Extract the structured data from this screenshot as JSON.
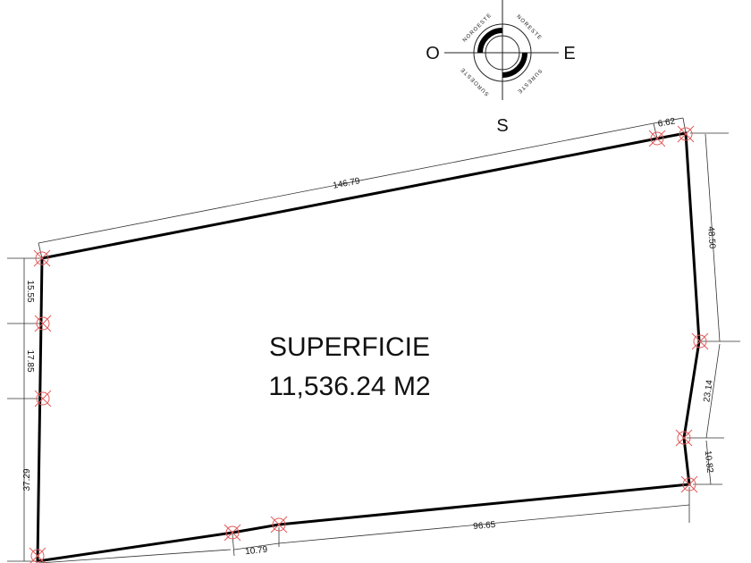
{
  "compass": {
    "west": "O",
    "east": "E",
    "south": "S",
    "quadrants": {
      "northwest": "NOROESTE",
      "northeast": "NORESTE",
      "southeast": "SURESTE",
      "southwest": "SUROESTE"
    }
  },
  "area": {
    "label": "SUPERFICIE",
    "value": "11,536.24 M2"
  },
  "dimensions": {
    "top_long": "146.79",
    "top_short": "6.62",
    "right_upper": "48.50",
    "right_middle": "23.14",
    "right_lower": "10.82",
    "bottom_long": "96.65",
    "bottom_short": "10.79",
    "left_upper": "15.55",
    "left_middle": "17.85",
    "left_lower": "37.29"
  },
  "colors": {
    "boundary": "#000000",
    "dimension_line": "#333333",
    "vertex_marker": "#e35a5a"
  }
}
